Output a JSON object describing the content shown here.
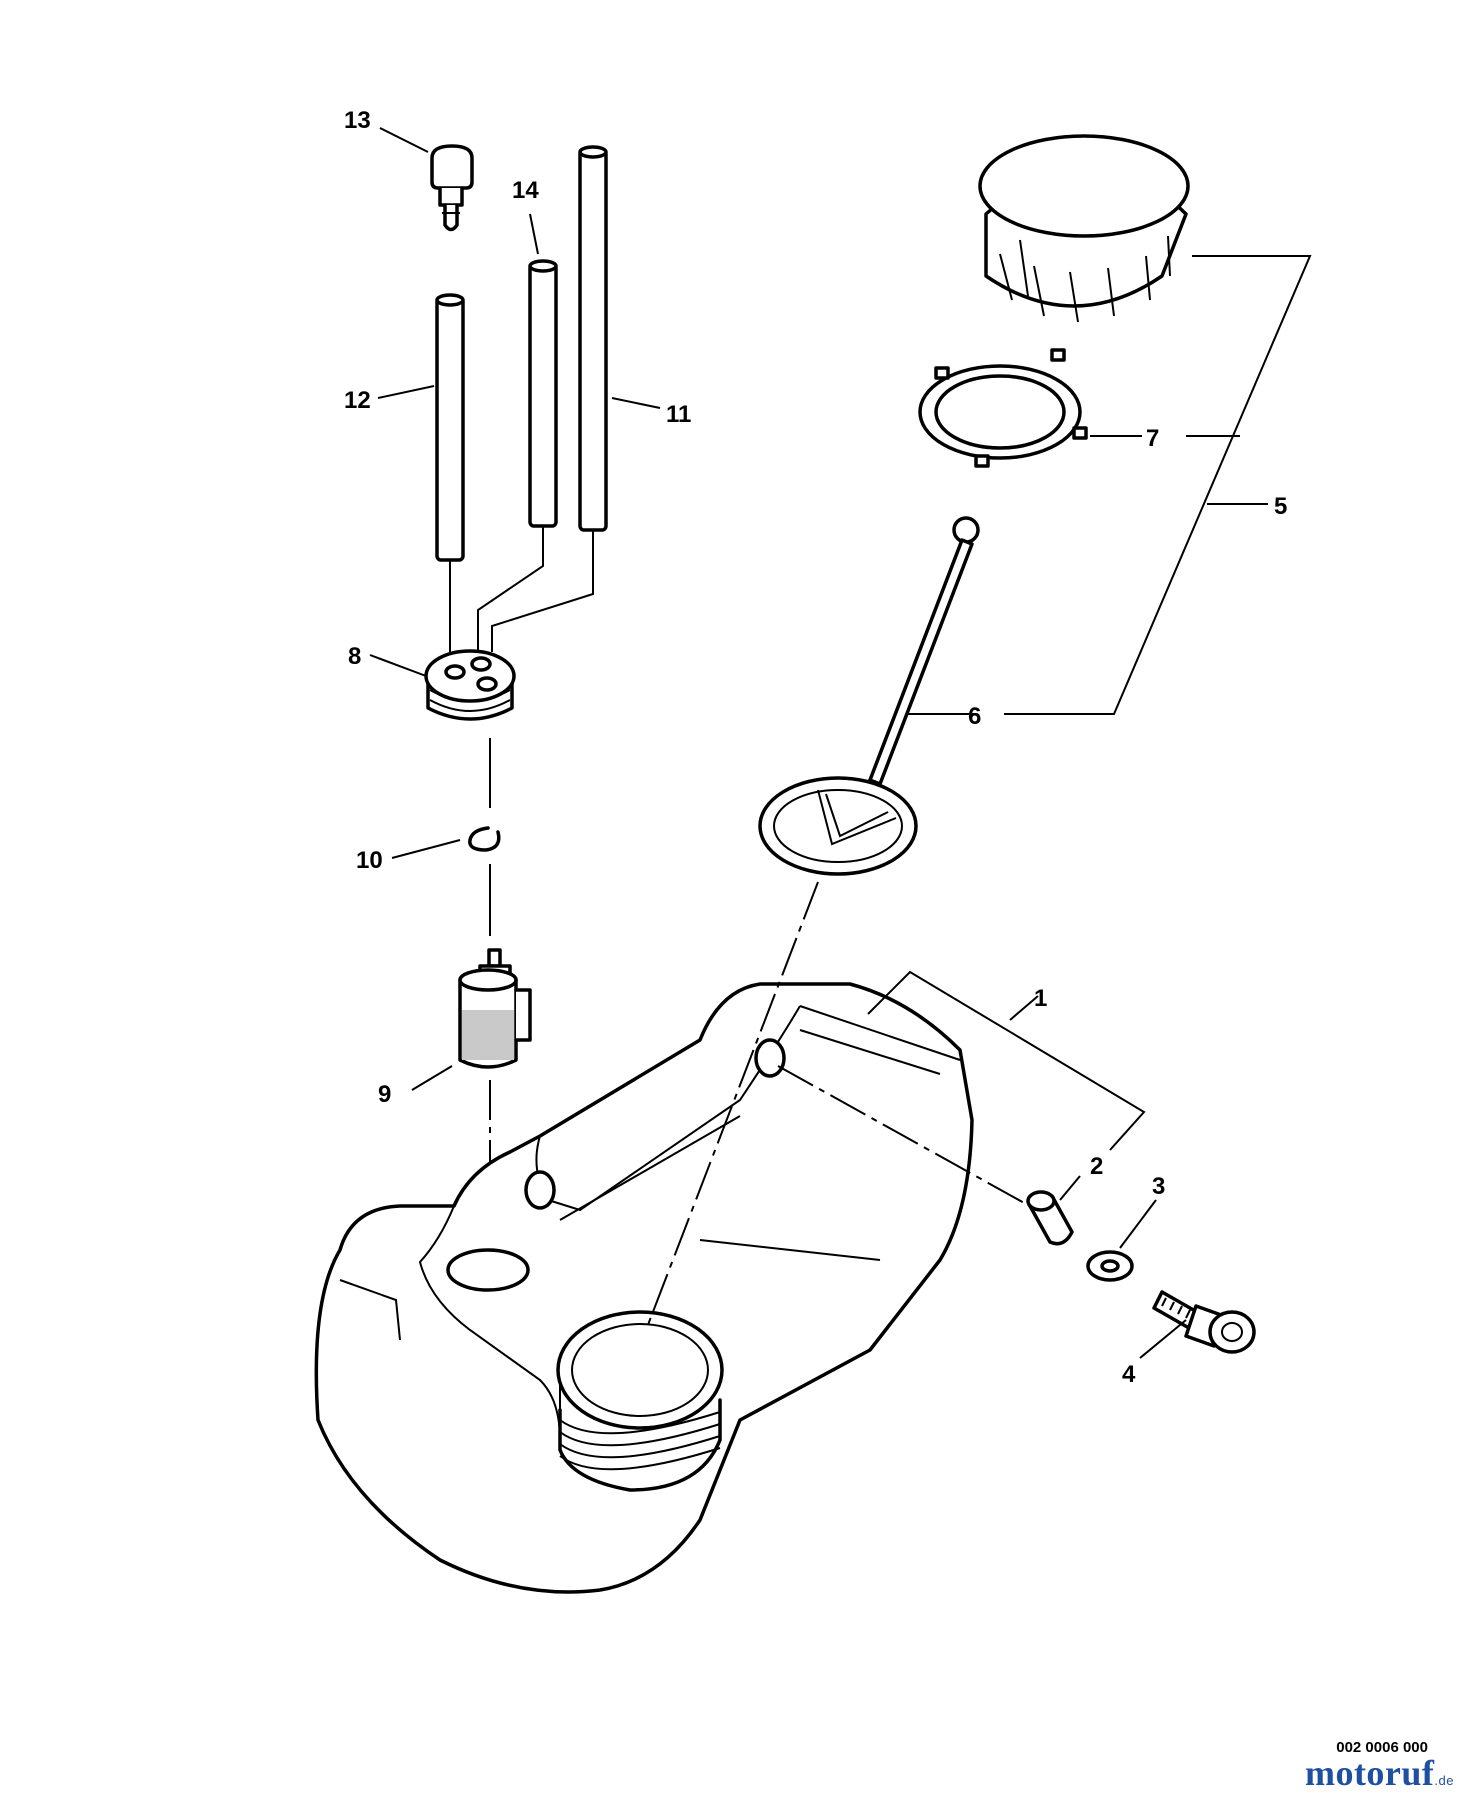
{
  "callouts": {
    "p1": "1",
    "p2": "2",
    "p3": "3",
    "p4": "4",
    "p5": "5",
    "p6": "6",
    "p7": "7",
    "p8": "8",
    "p9": "9",
    "p10": "10",
    "p11": "11",
    "p12": "12",
    "p13": "13",
    "p14": "14"
  },
  "footer": {
    "diagram_code": "002 0006 000",
    "watermark_main": "motoruf",
    "watermark_suffix": ".de"
  }
}
